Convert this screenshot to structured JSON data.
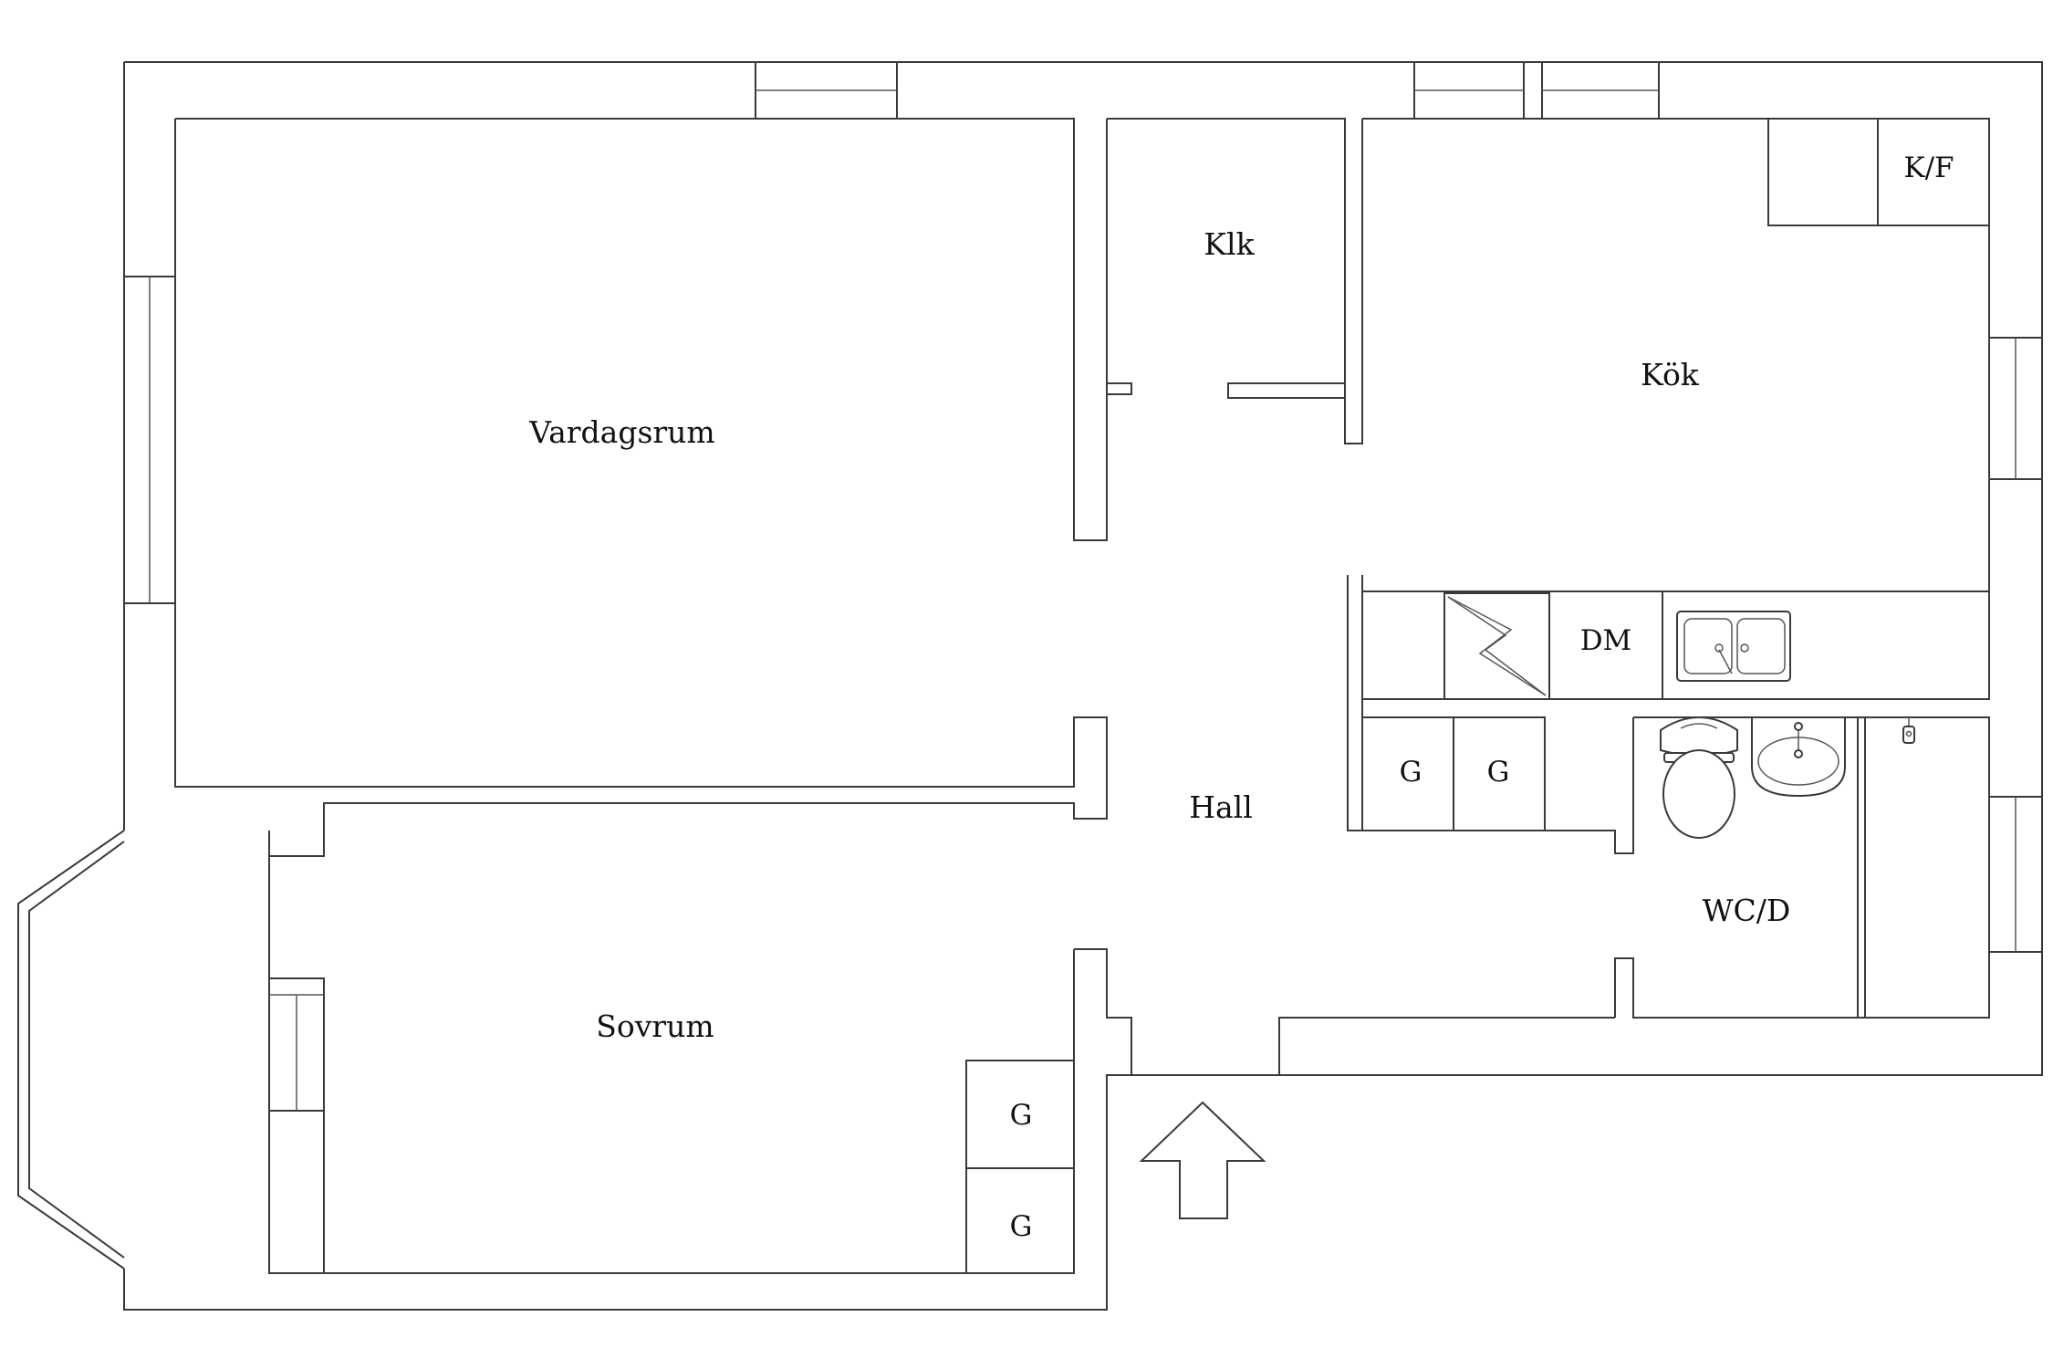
{
  "rooms": {
    "vardagsrum": "Vardagsrum",
    "klk": "Klk",
    "kok": "Kök",
    "kf": "K/F",
    "dm": "DM",
    "hall": "Hall",
    "wcd": "WC/D",
    "sovrum": "Sovrum",
    "closet_label": "G"
  },
  "colors": {
    "line": "#3a3a3a",
    "background": "#ffffff"
  },
  "icons": [
    "stove-icon",
    "sink-icon",
    "toilet-icon",
    "washbasin-icon",
    "shower-icon",
    "entrance-arrow-icon"
  ]
}
